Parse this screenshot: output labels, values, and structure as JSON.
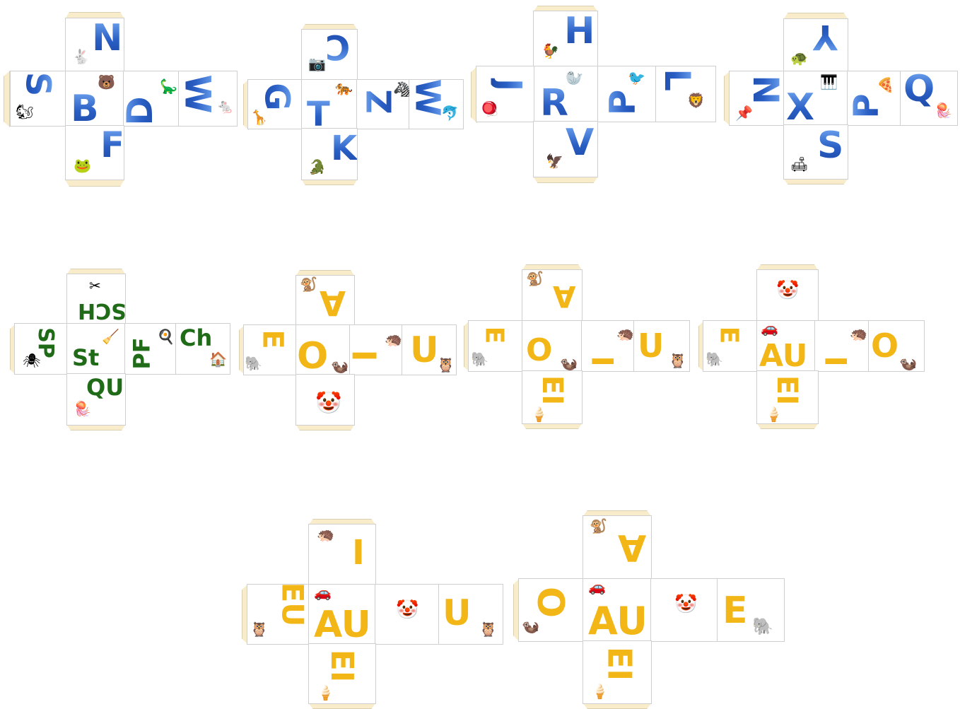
{
  "palette": {
    "blue": "#2a5fc5",
    "gold": "#f2b716",
    "green": "#1f6b17",
    "tab": "#f8eccb"
  },
  "dice": [
    {
      "letters": {
        "top": "N",
        "left": "S",
        "center": "B",
        "right": "D",
        "far": "W",
        "bottom": "F"
      },
      "icons": [
        "rabbit-icon",
        "squirrel-icon",
        "bear-icon",
        "dinosaur-icon",
        "mouse-icon",
        "frog-icon"
      ]
    },
    {
      "letters": {
        "top": "C",
        "left": "G",
        "center": "T",
        "right": "Z",
        "far": "W",
        "bottom": "K"
      },
      "icons": [
        "camera-icon",
        "giraffe-icon",
        "tiger-icon",
        "zebra-icon",
        "whale-icon",
        "crocodile-icon"
      ]
    },
    {
      "letters": {
        "top": "H",
        "left": "J",
        "center": "R",
        "right": "P",
        "far": "L",
        "bottom": "V"
      },
      "icons": [
        "rooster-icon",
        "yoyo-icon",
        "seal-icon",
        "pelican-icon",
        "lion-icon",
        "bird-icon"
      ]
    },
    {
      "letters": {
        "top": "Y",
        "left": "N",
        "center": "X",
        "right": "P",
        "far": "Q",
        "bottom": "S"
      },
      "icons": [
        "turtle-icon",
        "nail-icon",
        "xylophone-icon",
        "pizza-icon",
        "jellyfish-icon",
        "armchair-icon"
      ]
    },
    {
      "letters": {
        "top": "SCH",
        "left": "SP",
        "center": "St",
        "right": "PF",
        "far": "Ch",
        "bottom": "QU"
      },
      "icons": [
        "scissors-icon",
        "spider-icon",
        "vacuum-icon",
        "pan-icon",
        "house-icon",
        "jellyfish-icon"
      ]
    },
    {
      "letters": {
        "top": "A",
        "left": "E",
        "center": "O",
        "right": "I",
        "far": "U",
        "bottom": ""
      },
      "icons": [
        "monkey-icon",
        "elephant-icon",
        "otter-icon",
        "hedgehog-icon",
        "owl-icon",
        "clown-icon"
      ]
    },
    {
      "letters": {
        "top": "A",
        "left": "E",
        "center": "O",
        "right": "I",
        "far": "U",
        "bottom": "EI"
      },
      "icons": [
        "monkey-icon",
        "elephant-icon",
        "otter-icon",
        "hedgehog-icon",
        "owl-icon",
        "ice-cream-icon"
      ]
    },
    {
      "letters": {
        "top": "",
        "left": "E",
        "center": "AU",
        "right": "I",
        "far": "O",
        "bottom": "EI"
      },
      "icons": [
        "clown-icon",
        "elephant-icon",
        "car-icon",
        "hedgehog-icon",
        "otter-icon",
        "ice-cream-icon"
      ]
    },
    {
      "letters": {
        "top": "I",
        "left": "EU",
        "center": "AU",
        "right": "",
        "far": "U",
        "bottom": "EI"
      },
      "icons": [
        "hedgehog-icon",
        "owl-icon",
        "car-icon",
        "clown-icon",
        "owl-icon",
        "ice-cream-icon"
      ]
    },
    {
      "letters": {
        "top": "A",
        "left": "O",
        "center": "AU",
        "right": "",
        "far": "E",
        "bottom": "EI"
      },
      "icons": [
        "monkey-icon",
        "otter-icon",
        "car-icon",
        "clown-icon",
        "elephant-icon",
        "ice-cream-icon"
      ]
    }
  ]
}
